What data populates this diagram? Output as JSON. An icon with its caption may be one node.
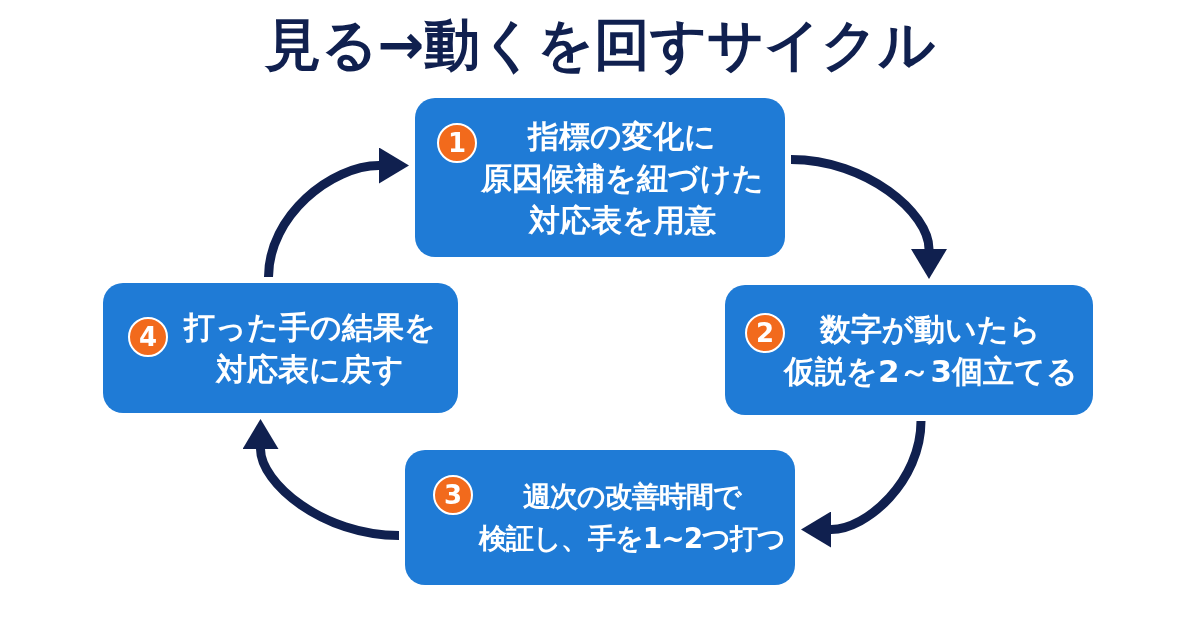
{
  "diagram": {
    "title": "見る→動くを回すサイクル",
    "nodes": [
      {
        "text": [
          "1",
          "指標の変化に原因候補を紐づけた対応表を用意"
        ]
      },
      {
        "text": [
          "2",
          "数字が動いたら仮説を2～3個立てる"
        ]
      },
      {
        "text": [
          "3",
          "週次の改善時間で検証し、手を1~2つ打つ"
        ]
      },
      {
        "text": [
          "4",
          "打った手の結果を対応表に戻す"
        ]
      }
    ],
    "edges": [
      {
        "from": 0,
        "to": 1,
        "arrow": "to"
      },
      {
        "from": 1,
        "to": 2,
        "arrow": "to"
      },
      {
        "from": 2,
        "to": 3,
        "arrow": "to"
      },
      {
        "from": 3,
        "to": 0,
        "arrow": "to"
      }
    ]
  }
}
